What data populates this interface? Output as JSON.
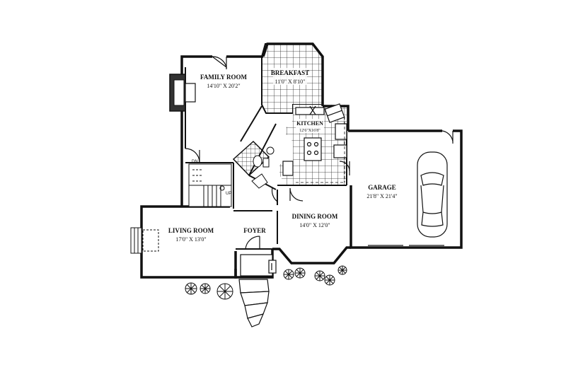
{
  "floor_plan": {
    "rooms": {
      "family": {
        "name": "FAMILY ROOM",
        "size": "14'10\" X 20'2\""
      },
      "breakfast": {
        "name": "BREAKFAST",
        "size": "11'0\" X 8'10\""
      },
      "kitchen": {
        "name": "KITCHEN",
        "size": "12'6\"X16'8\""
      },
      "garage": {
        "name": "GARAGE",
        "size": "21'8\" X 21'4\""
      },
      "dining": {
        "name": "DINING ROOM",
        "size": "14'0\" X 12'0\""
      },
      "living": {
        "name": "LIVING ROOM",
        "size": "17'0\" X 13'0\""
      },
      "foyer": {
        "name": "FOYER"
      }
    },
    "stair_labels": {
      "down": "DN",
      "up": "UP"
    }
  }
}
